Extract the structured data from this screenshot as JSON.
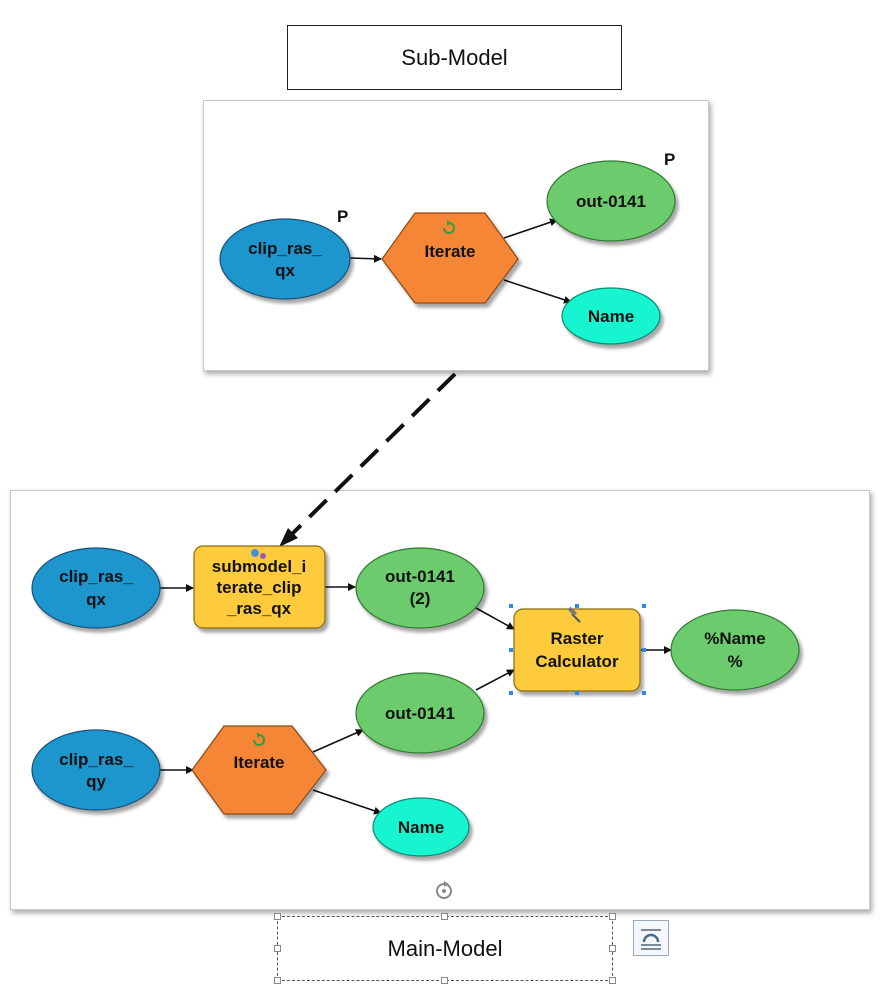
{
  "titles": {
    "sub_model": "Sub-Model",
    "main_model": "Main-Model"
  },
  "sub_model": {
    "parameter_markers": [
      "P",
      "P"
    ],
    "nodes": {
      "clip_ras_qx": [
        "clip_ras_",
        "qx"
      ],
      "iterate": "Iterate",
      "out_0141": "out-0141",
      "name": "Name"
    }
  },
  "main_model": {
    "nodes": {
      "clip_ras_qx": [
        "clip_ras_",
        "qx"
      ],
      "submodel_tool": [
        "submodel_i",
        "terate_clip",
        "_ras_qx"
      ],
      "out_0141_2": [
        "out-0141",
        "(2)"
      ],
      "raster_calculator": [
        "Raster",
        "Calculator"
      ],
      "name_pct": [
        "%Name",
        "%"
      ],
      "clip_ras_qy": [
        "clip_ras_",
        "qy"
      ],
      "iterate": "Iterate",
      "out_0141": "out-0141",
      "name": "Name"
    }
  },
  "colors": {
    "input_data": "#1a96cc",
    "iterator": "#f58634",
    "tool": "#fdcb3a",
    "output_data": "#6ccb6c",
    "name_value": "#19f5cf"
  }
}
